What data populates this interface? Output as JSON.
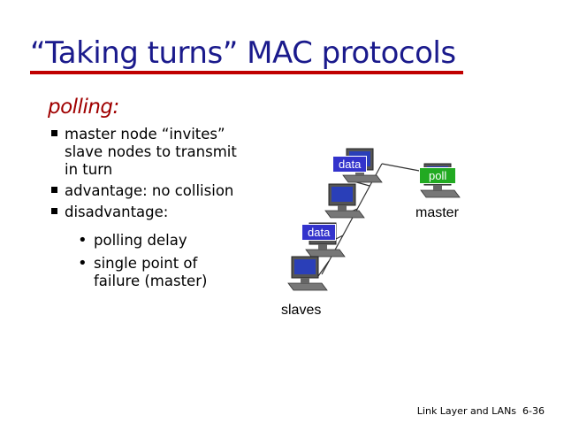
{
  "title": "“Taking turns” MAC protocols",
  "subtitle": "polling:",
  "bullets": [
    "master node “invites” slave nodes to transmit in turn",
    "advantage: no collision",
    "disadvantage:"
  ],
  "sub_bullets": [
    "polling delay",
    "single point of failure (master)"
  ],
  "diagram": {
    "master_label": "master",
    "slaves_label": "slaves",
    "poll_label": "poll",
    "data_label_1": "data",
    "data_label_2": "data",
    "colors": {
      "data_box": "#3333cc",
      "poll_box": "#22aa22"
    }
  },
  "footer": {
    "text": "Link Layer and LANs",
    "page": "6-36"
  }
}
